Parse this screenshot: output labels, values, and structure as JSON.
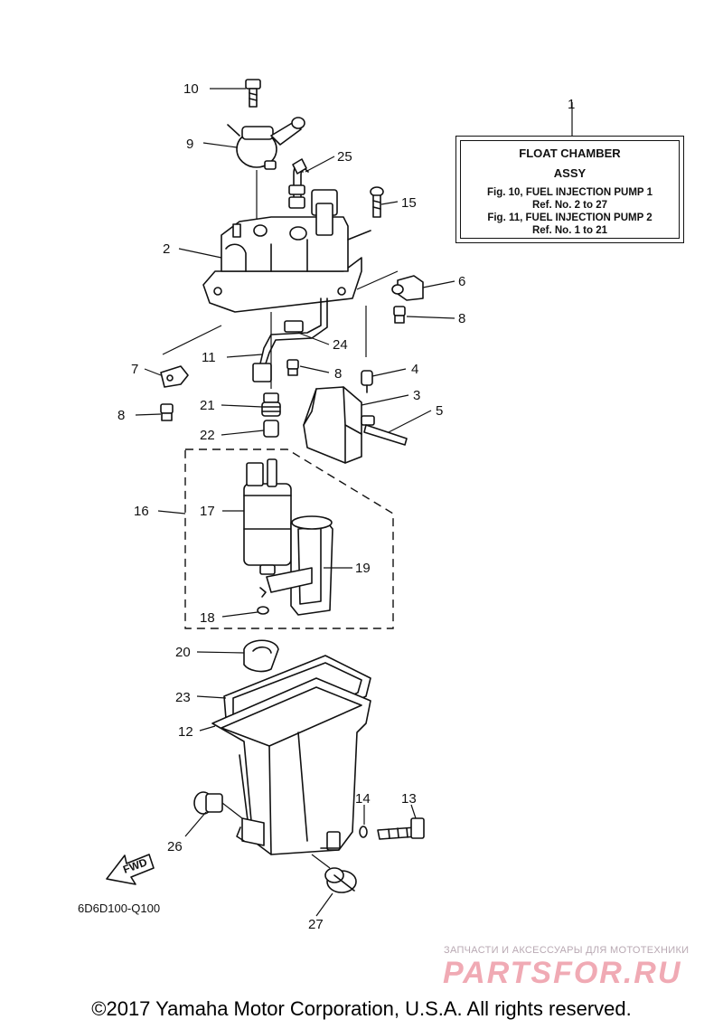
{
  "info_box": {
    "title": "FLOAT CHAMBER",
    "subtitle": "ASSY",
    "lines": [
      "Fig. 10, FUEL INJECTION PUMP 1",
      "Ref. No. 2 to 27",
      "Fig. 11, FUEL INJECTION PUMP 2",
      "Ref. No. 1 to 21"
    ]
  },
  "callouts": {
    "c1": "1",
    "c2": "2",
    "c3": "3",
    "c4": "4",
    "c5": "5",
    "c6": "6",
    "c7": "7",
    "c8a": "8",
    "c8b": "8",
    "c8c": "8",
    "c9": "9",
    "c10": "10",
    "c11": "11",
    "c12": "12",
    "c13": "13",
    "c14": "14",
    "c15": "15",
    "c16": "16",
    "c17": "17",
    "c18": "18",
    "c19": "19",
    "c20": "20",
    "c21": "21",
    "c22": "22",
    "c23": "23",
    "c24": "24",
    "c25": "25",
    "c26": "26",
    "c27": "27"
  },
  "fwd_label": "FWD",
  "figure_code": "6D6D100-Q100",
  "watermark": {
    "top": "ЗАПЧАСТИ И АКСЕССУАРЫ ДЛЯ МОТОТЕХНИКИ",
    "brand": "PARTSFOR.RU"
  },
  "copyright": "©2017 Yamaha Motor Corporation, U.S.A. All rights reserved."
}
